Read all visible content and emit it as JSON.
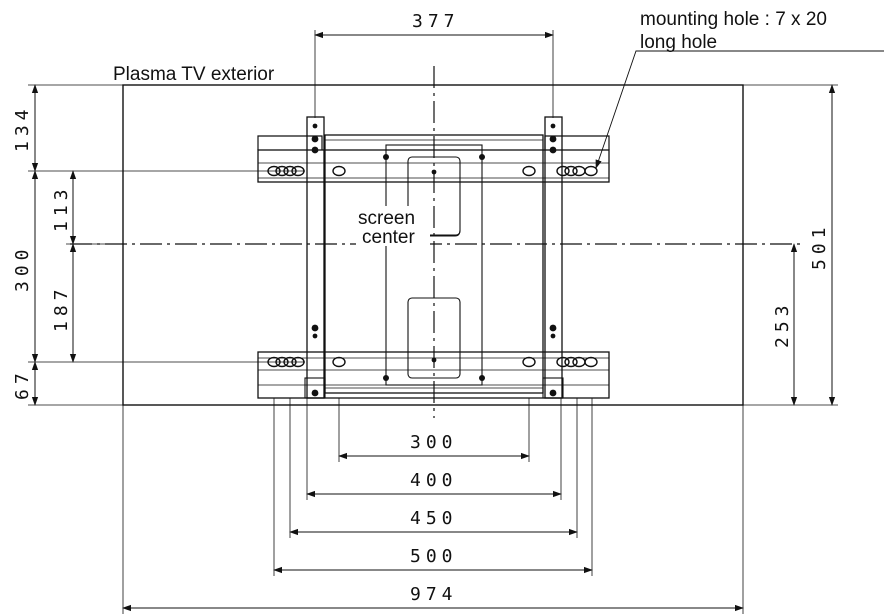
{
  "labels": {
    "exterior": "Plasma TV exterior",
    "mounting_hole_line1": "mounting hole : 7 x 20",
    "mounting_hole_line2": "long hole",
    "screen_center_line1": "screen",
    "screen_center_line2": "center"
  },
  "dimensions": {
    "top_width": "377",
    "left_top": "134",
    "left_total": "300",
    "left_upper": "113",
    "left_lower": "187",
    "left_bottom": "67",
    "right_total": "501",
    "right_lower": "253",
    "bottom_300": "300",
    "bottom_400": "400",
    "bottom_450": "450",
    "bottom_500": "500",
    "bottom_974": "974"
  }
}
